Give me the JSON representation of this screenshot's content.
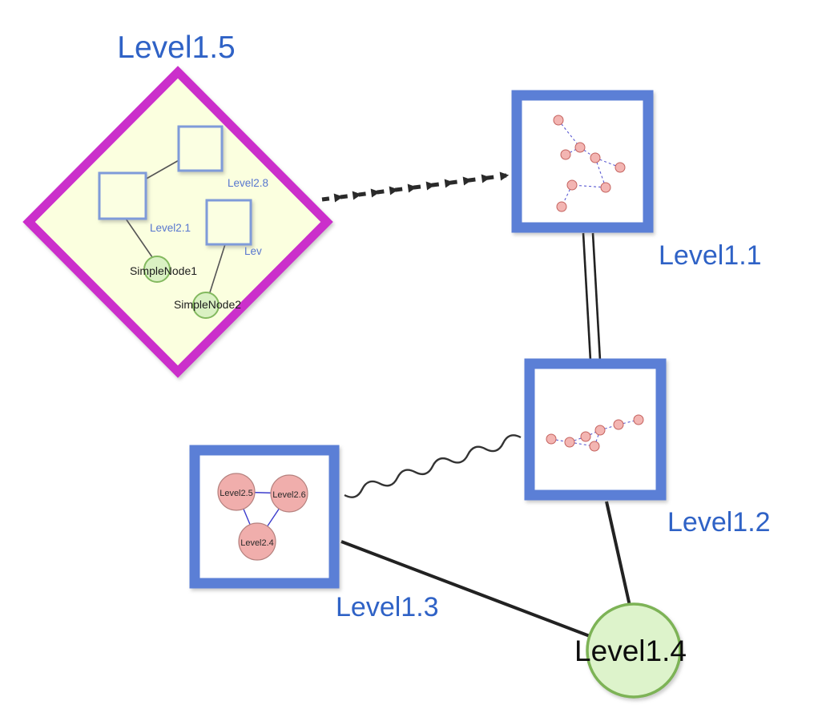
{
  "diagram": {
    "description": "Nested graph with grouped nodes on five first-level nodes",
    "colors": {
      "label_blue": "#2f62c6",
      "group_border_blue": "#5b7fd6",
      "diamond_border_magenta": "#cb2fcb",
      "diamond_fill_yellow": "#fbffdf",
      "green_node_fill": "#daf1c3",
      "green_node_border": "#83b95f",
      "pink_node_fill": "#f3b5b2",
      "pink_node_border": "#c4625e",
      "edge_black": "#2a2a2a",
      "inner_edge_blue": "#5a5ad2",
      "inner_square_border": "#7f9bd9"
    },
    "nodes": [
      {
        "id": "level15",
        "label": "Level1.5",
        "shape": "diamond",
        "type": "group"
      },
      {
        "id": "level11",
        "label": "Level1.1",
        "shape": "square",
        "type": "group"
      },
      {
        "id": "level12",
        "label": "Level1.2",
        "shape": "square",
        "type": "group"
      },
      {
        "id": "level13",
        "label": "Level1.3",
        "shape": "square",
        "type": "group"
      },
      {
        "id": "level14",
        "label": "Level1.4",
        "shape": "circle",
        "type": "simple"
      }
    ],
    "level15_children": [
      {
        "id": "level28",
        "label": "Level2.8",
        "shape": "square"
      },
      {
        "id": "level21",
        "label": "Level2.1",
        "shape": "square"
      },
      {
        "id": "lev",
        "label": "Lev",
        "shape": "square"
      },
      {
        "id": "simplenode1",
        "label": "SimpleNode1",
        "shape": "circle"
      },
      {
        "id": "simplenode2",
        "label": "SimpleNode2",
        "shape": "circle"
      }
    ],
    "level13_children": [
      {
        "id": "level25",
        "label": "Level2.5",
        "shape": "circle"
      },
      {
        "id": "level26",
        "label": "Level2.6",
        "shape": "circle"
      },
      {
        "id": "level24",
        "label": "Level2.4",
        "shape": "circle"
      }
    ],
    "edges": [
      {
        "from": "Level1.5",
        "to": "Level1.1",
        "style": "thick-dashed-arrow"
      },
      {
        "from": "Level1.1",
        "to": "Level1.2",
        "style": "double-line"
      },
      {
        "from": "Level1.3",
        "to": "Level1.2",
        "style": "wavy"
      },
      {
        "from": "Level1.3",
        "to": "Level1.4",
        "style": "solid"
      },
      {
        "from": "Level1.2",
        "to": "Level1.4",
        "style": "solid"
      },
      {
        "from": "Level2.1",
        "to": "Level2.8",
        "style": "thin"
      },
      {
        "from": "Level2.1",
        "to": "SimpleNode1",
        "style": "thin"
      },
      {
        "from": "Lev",
        "to": "SimpleNode2",
        "style": "thin"
      },
      {
        "from": "Level2.5",
        "to": "Level2.6",
        "style": "thin-blue"
      },
      {
        "from": "Level2.5",
        "to": "Level2.4",
        "style": "thin-blue"
      },
      {
        "from": "Level2.6",
        "to": "Level2.4",
        "style": "thin-blue"
      }
    ]
  },
  "labels": {
    "level15": "Level1.5",
    "level11": "Level1.1",
    "level12": "Level1.2",
    "level13": "Level1.3",
    "level14": "Level1.4",
    "level28": "Level2.8",
    "level21": "Level2.1",
    "lev": "Lev",
    "simplenode1": "SimpleNode1",
    "simplenode2": "SimpleNode2",
    "level25": "Level2.5",
    "level26": "Level2.6",
    "level24": "Level2.4"
  }
}
